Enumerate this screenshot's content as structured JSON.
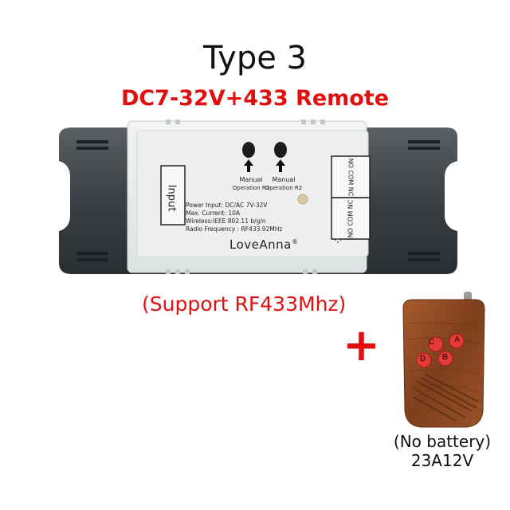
{
  "header": {
    "title": "Type 3",
    "subtitle": "DC7-32V+433 Remote"
  },
  "device": {
    "input_label": "Input",
    "manual_r1": {
      "line1": "Manual",
      "line2": "Operation R1"
    },
    "manual_r2": {
      "line1": "Manual",
      "line2": "Operation R2"
    },
    "specs": [
      {
        "label": "Power Input:",
        "value": "DC/AC 7V-32V"
      },
      {
        "label": "Max. Current:",
        "value": "10A"
      },
      {
        "label": "Wireless:IEEE",
        "value": "802.11 b/g/n"
      },
      {
        "label": "Radio Frequency :",
        "value": "RF433.92MHz"
      }
    ],
    "brand": "LoveAnna",
    "registered_mark": "®",
    "terminal_top": "NO COM NC",
    "terminal_bottom": "NO COM NC"
  },
  "support_text": "(Support RF433Mhz)",
  "plus_sign": "+",
  "remote": {
    "buttons": [
      "C",
      "A",
      "D",
      "B"
    ],
    "note": "(No battery)",
    "model": "23A12V"
  },
  "colors": {
    "accent_red": "#e01010",
    "device_body": "#e9ecec",
    "device_frame": "#3d4247",
    "remote_wood": "#8a4a24",
    "remote_button": "#e43a3a"
  }
}
